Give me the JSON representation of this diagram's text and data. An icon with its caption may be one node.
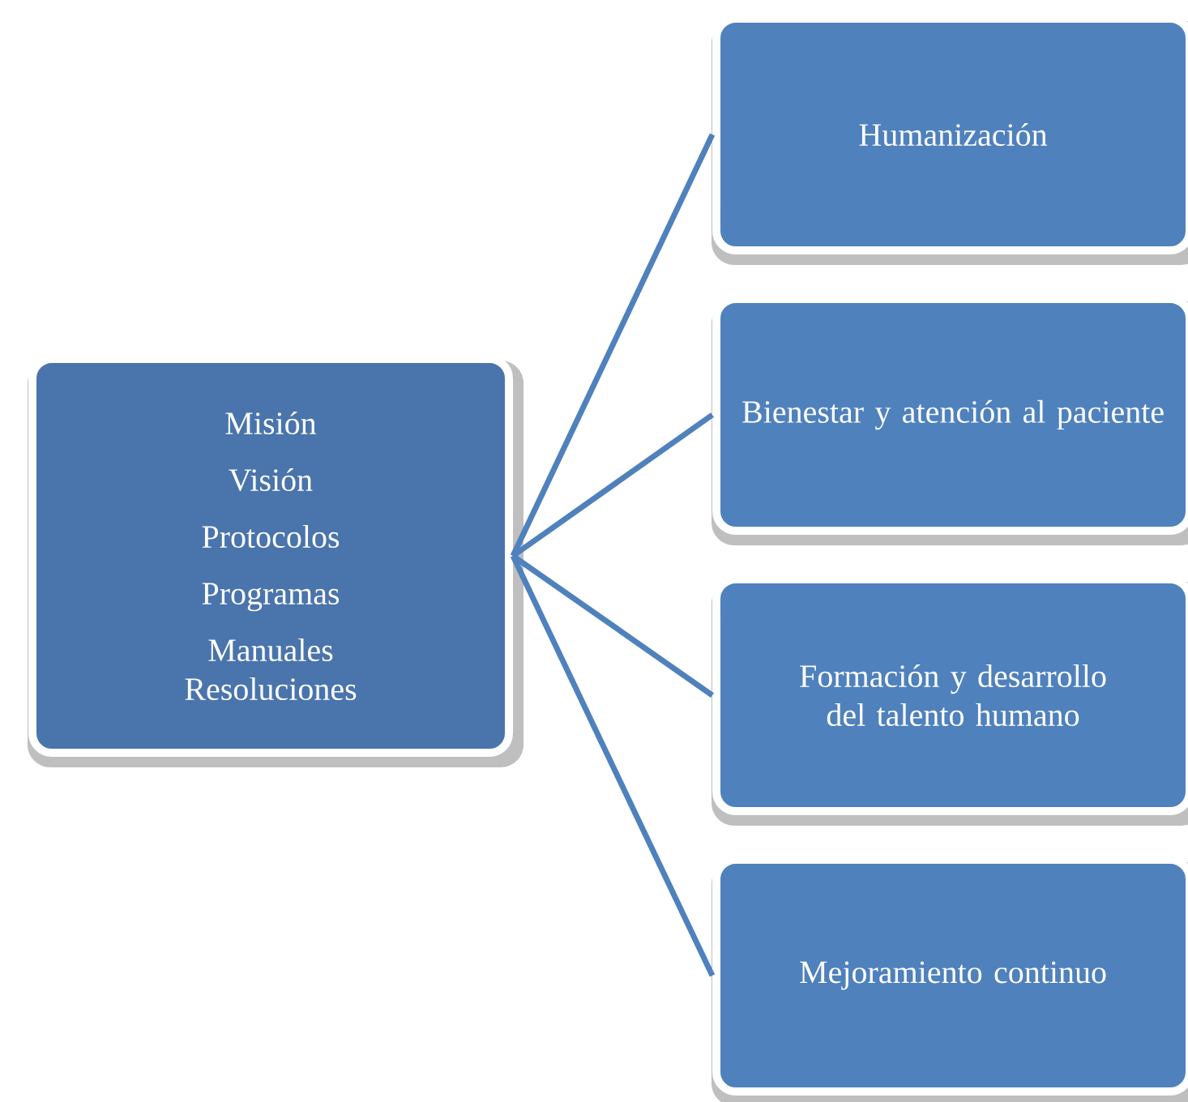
{
  "diagram": {
    "nodes": [
      {
        "text": [
          "Misión",
          "Visión",
          "Protocolos",
          "Programas",
          "Manuales",
          "Resoluciones"
        ]
      },
      {
        "text": [
          "Humanización"
        ]
      },
      {
        "text": [
          "Bienestar y atención al paciente"
        ]
      },
      {
        "text": [
          "Formación y desarrollo del talento humano"
        ]
      },
      {
        "text": [
          "Mejoramiento continuo"
        ]
      }
    ],
    "edges": [
      {
        "from": 0,
        "to": 1,
        "arrow": "none"
      },
      {
        "from": 0,
        "to": 2,
        "arrow": "none"
      },
      {
        "from": 0,
        "to": 3,
        "arrow": "none"
      },
      {
        "from": 0,
        "to": 4,
        "arrow": "none"
      }
    ]
  }
}
